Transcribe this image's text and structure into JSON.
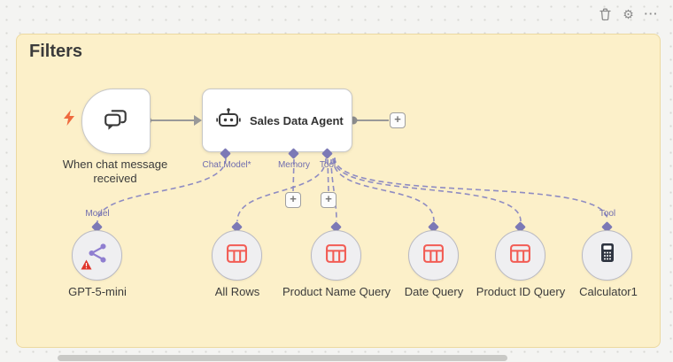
{
  "sticky": {
    "title": "Filters"
  },
  "toolbar": {
    "icons": [
      "delete",
      "settings",
      "more"
    ]
  },
  "trigger": {
    "label": "When chat message received"
  },
  "agent": {
    "label": "Sales Data Agent",
    "ports": [
      {
        "label": "Chat Model*"
      },
      {
        "label": "Memory"
      },
      {
        "label": "Tool"
      }
    ]
  },
  "subnodes": [
    {
      "label": "GPT-5-mini",
      "port_label": "Model",
      "icon": "share-model-icon",
      "warning": true
    },
    {
      "label": "All Rows",
      "icon": "table-icon"
    },
    {
      "label": "Product Name Query",
      "icon": "table-icon"
    },
    {
      "label": "Date Query",
      "icon": "table-icon"
    },
    {
      "label": "Product ID Query",
      "icon": "table-icon"
    },
    {
      "label": "Calculator1",
      "port_label": "Tool",
      "icon": "calculator-icon"
    }
  ],
  "symbols": {
    "plus": "+"
  },
  "colors": {
    "sticky_bg": "#fcf0c9",
    "connector_purple": "#8f8cc2",
    "connector_gray": "#999999",
    "table_icon": "#f25c54",
    "warning_red": "#e0352b",
    "model_icon_purple": "#8f7ed0"
  }
}
